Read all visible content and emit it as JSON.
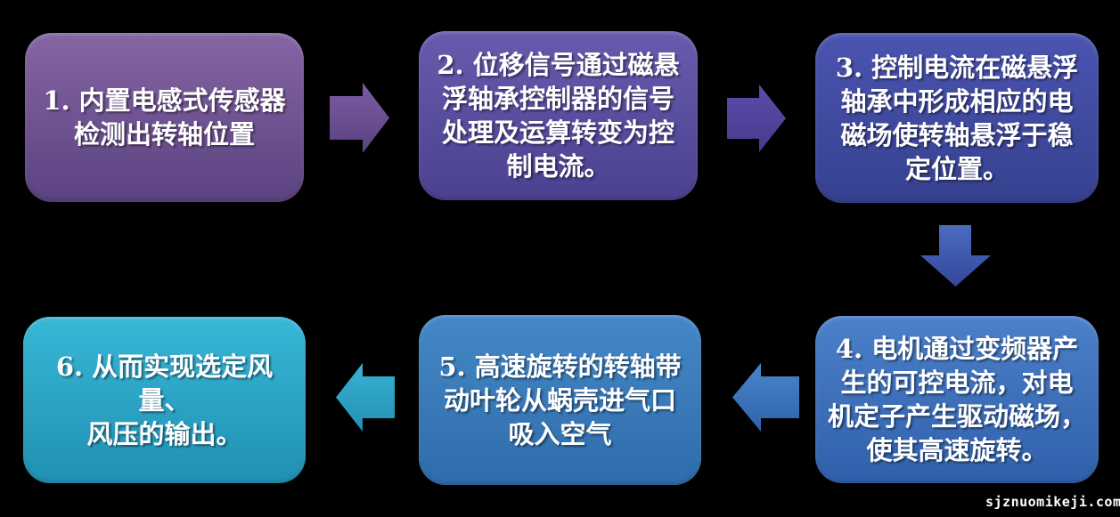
{
  "flowchart": {
    "background": "#000000",
    "text_color": "#ffffff",
    "steps": [
      {
        "label": "1. 内置电感式传感器\n检测出转轴位置",
        "color_top": "#8565a4",
        "color_bottom": "#5b4280"
      },
      {
        "label": "2. 位移信号通过磁悬\n浮轴承控制器的信号\n处理及运算转变为控\n制电流。",
        "color_top": "#675bad",
        "color_bottom": "#4b4190"
      },
      {
        "label": "3. 控制电流在磁悬浮\n轴承中形成相应的电\n磁场使转轴悬浮于稳\n定位置。",
        "color_top": "#4b54b0",
        "color_bottom": "#35418f"
      },
      {
        "label": "4. 电机通过变频器产\n生的可控电流，对电\n机定子产生驱动磁场，\n使其高速旋转。",
        "color_top": "#4c80c9",
        "color_bottom": "#3060ab"
      },
      {
        "label": "5. 高速旋转的转轴带\n动叶轮从蜗壳进气口\n吸入空气",
        "color_top": "#4588c6",
        "color_bottom": "#2e6cab"
      },
      {
        "label": "6. 从而实现选定风量、\n风压的输出。",
        "color_top": "#38b7d7",
        "color_bottom": "#2090b3"
      }
    ],
    "arrows": [
      {
        "name": "step1-to-step2",
        "direction": "right",
        "color_top": "#7b5da2",
        "color_bottom": "#5a4181"
      },
      {
        "name": "step2-to-step3",
        "direction": "right",
        "color_top": "#5a4dab",
        "color_bottom": "#463b8d"
      },
      {
        "name": "step3-to-step4",
        "direction": "down",
        "color_top": "#4a6cc0",
        "color_bottom": "#33479a"
      },
      {
        "name": "step4-to-step5",
        "direction": "left",
        "color_top": "#4a86c9",
        "color_bottom": "#2d62a9"
      },
      {
        "name": "step5-to-step6",
        "direction": "left",
        "color_top": "#38b2d3",
        "color_bottom": "#2191b3"
      }
    ]
  },
  "watermark": {
    "text": "sjznuomikeji.com"
  }
}
